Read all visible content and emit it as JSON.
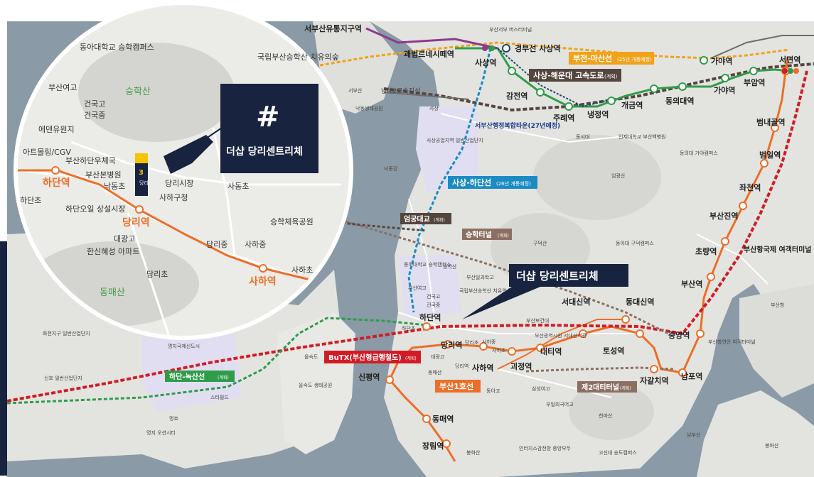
{
  "colors": {
    "water": "#8a9aa6",
    "land": "#e6e6e3",
    "land_dark": "#d9dad6",
    "purple": "#e0dcf0",
    "orange": "#ec6e27",
    "red": "#d21c25",
    "green": "#2f9c4a",
    "gray_line": "#6d6d6d",
    "blue": "#1b8bc4",
    "mustard": "#f0a21a",
    "navy": "#17233f",
    "brown": "#8c6f63",
    "purple_line": "#8e3a8c"
  },
  "callout_main": "더샵 당리센트리체",
  "logo_mark": "#",
  "inset_callout": "더샵 당리센트리체",
  "metro_badge": {
    "number": "3",
    "vertical_label": "당리"
  },
  "lines": {
    "busan1": "부산1호선",
    "butx": "BuTX(부산형급행철도)",
    "butx_note": "(계획)",
    "sasang_hadan": "사상-하단선",
    "sasang_hadan_note": "(26년 개통예정)",
    "hadan_noksan": "하단-녹산선",
    "hadan_noksan_note": "(계획)",
    "bujeon_masan": "부전-마산선",
    "bujeon_masan_note": "(25년 개통예정)",
    "sasang_haeundae": "사상-해운대 고속도로",
    "sasang_haeundae_note": "(계획)",
    "seunghak_tunnel": "승학터널",
    "seunghak_tunnel_note": "(계획)",
    "eomgung_bridge": "엄궁대교",
    "eomgung_bridge_note": "(계획)",
    "daeti_tunnel": "제2대티터널",
    "daeti_tunnel_note": "(계획)"
  },
  "map_labels": {
    "stations": [
      {
        "id": "hadan",
        "text": "하단역"
      },
      {
        "id": "dangri",
        "text": "당리역"
      },
      {
        "id": "saha",
        "text": "사하역"
      },
      {
        "id": "goejeong",
        "text": "괴정역"
      },
      {
        "id": "daeti",
        "text": "대티역"
      },
      {
        "id": "seodaesin",
        "text": "서대신역"
      },
      {
        "id": "dongdaesin",
        "text": "동대신역"
      },
      {
        "id": "toseong",
        "text": "토성역"
      },
      {
        "id": "jagalchi",
        "text": "자갈치역"
      },
      {
        "id": "nampo",
        "text": "남포역"
      },
      {
        "id": "jungang",
        "text": "중앙역"
      },
      {
        "id": "busan",
        "text": "부산역"
      },
      {
        "id": "choryang",
        "text": "초량역"
      },
      {
        "id": "busanjin",
        "text": "부산진역"
      },
      {
        "id": "jwacheon",
        "text": "좌천역"
      },
      {
        "id": "beomil",
        "text": "범일역"
      },
      {
        "id": "beomnaegol",
        "text": "범내골역"
      },
      {
        "id": "bujeon",
        "text": "부암역"
      },
      {
        "id": "seomyeon",
        "text": "서면역"
      },
      {
        "id": "gaya1",
        "text": "가야역"
      },
      {
        "id": "gaya2",
        "text": "가야역"
      },
      {
        "id": "dongui",
        "text": "동의대역"
      },
      {
        "id": "gaegeum",
        "text": "개금역"
      },
      {
        "id": "naengjeong",
        "text": "냉정역"
      },
      {
        "id": "jurye",
        "text": "주례역"
      },
      {
        "id": "gamjeon",
        "text": "감전역"
      },
      {
        "id": "sasang",
        "text": "사상역"
      },
      {
        "id": "sinpyeong",
        "text": "신평역"
      },
      {
        "id": "dongmae",
        "text": "동매역"
      },
      {
        "id": "jangnim",
        "text": "장림역"
      },
      {
        "id": "gwaebeop",
        "text": "괘법르네시떼역"
      },
      {
        "id": "seobusan",
        "text": "서부산유통지구역"
      }
    ],
    "places": [
      {
        "id": "hadan_sm",
        "text": "하단역"
      },
      {
        "id": "dangri_sm",
        "text": "당리역"
      },
      {
        "id": "saha_sm",
        "text": "사하역"
      },
      {
        "id": "dangri_p",
        "text": "당리역"
      },
      {
        "id": "sasang_west",
        "text": "서부산"
      },
      {
        "id": "sasang_terminal",
        "text": "부산서부 버스터미널"
      },
      {
        "id": "gyeongbu",
        "text": "경부선 사상역"
      },
      {
        "id": "namhae",
        "text": "남해2고속지선"
      },
      {
        "id": "sasang_ic",
        "text": "사상"
      },
      {
        "id": "admin_town",
        "text": "서부산행정복합타운(27년예정)"
      },
      {
        "id": "hadancho",
        "text": "하단초"
      },
      {
        "id": "dangri_l",
        "text": "당리역"
      },
      {
        "id": "dongmae2",
        "text": "동매산"
      },
      {
        "id": "myeongji",
        "text": "명지국제신도시"
      },
      {
        "id": "myeongho",
        "text": "명호"
      },
      {
        "id": "ocean",
        "text": "명지 오션시티"
      },
      {
        "id": "hwajeon",
        "text": "화전지구 일반산업단지"
      },
      {
        "id": "sinho",
        "text": "신호 일반산업단지"
      },
      {
        "id": "busan_port",
        "text": "부산항국제 여객터미널"
      },
      {
        "id": "busanhang",
        "text": "부산항"
      }
    ],
    "area_labels": [
      {
        "id": "seunghaksan",
        "text": "승학산"
      },
      {
        "id": "dongmaesan",
        "text": "동매산"
      },
      {
        "id": "dongmaesan_small",
        "text": "동매산"
      },
      {
        "id": "nakdonggang",
        "text": "낙동강"
      },
      {
        "id": "eomgwangsan",
        "text": "엄광산"
      },
      {
        "id": "gudeoksan",
        "text": "구덕산"
      },
      {
        "id": "cheonmasan",
        "text": "천마산"
      },
      {
        "id": "bonghwasan",
        "text": "봉화산"
      }
    ],
    "small": [
      {
        "id": "s1",
        "text": "동아대학교 승학캠퍼스"
      },
      {
        "id": "s2",
        "text": "부산여고"
      },
      {
        "id": "s3",
        "text": "건국고"
      },
      {
        "id": "s4",
        "text": "건국중"
      },
      {
        "id": "s5",
        "text": "에덴유원지"
      },
      {
        "id": "s6",
        "text": "아트몰링/CGV"
      },
      {
        "id": "s7",
        "text": "부산하단우체국"
      },
      {
        "id": "s8",
        "text": "부산본병원"
      },
      {
        "id": "s9",
        "text": "낙동초"
      },
      {
        "id": "s10",
        "text": "하단초"
      },
      {
        "id": "s11",
        "text": "하단오일 상설시장"
      },
      {
        "id": "s12",
        "text": "대광고"
      },
      {
        "id": "s13",
        "text": "한신혜성 아파트"
      },
      {
        "id": "s14",
        "text": "당리초"
      },
      {
        "id": "s15",
        "text": "당리시장"
      },
      {
        "id": "s16",
        "text": "사하구청"
      },
      {
        "id": "s17",
        "text": "사동초"
      },
      {
        "id": "s18",
        "text": "승학체육공원"
      },
      {
        "id": "s19",
        "text": "당리중"
      },
      {
        "id": "s20",
        "text": "사하중"
      },
      {
        "id": "s21",
        "text": "사하초"
      },
      {
        "id": "s22",
        "text": "국립부산승학산 치유의숲"
      },
      {
        "id": "s23",
        "text": "동의대 가야캠퍼스"
      },
      {
        "id": "s24",
        "text": "동서대"
      },
      {
        "id": "s25",
        "text": "인제대학교 부산백병원"
      },
      {
        "id": "s26",
        "text": "동아대 구덕캠퍼스"
      },
      {
        "id": "s27",
        "text": "부산보건대"
      },
      {
        "id": "s28",
        "text": "부산광역시원 서대신서관"
      },
      {
        "id": "s29",
        "text": "부산항연안 여객터미널"
      },
      {
        "id": "s30",
        "text": "삼성여고"
      },
      {
        "id": "s31",
        "text": "부일외국어고"
      },
      {
        "id": "s32",
        "text": "고신대 송도캠퍼스"
      },
      {
        "id": "s33",
        "text": "남부산"
      },
      {
        "id": "s34",
        "text": "동아대학교 승학캠퍼스"
      },
      {
        "id": "s35",
        "text": "부산일과학고"
      },
      {
        "id": "s36",
        "text": "국립부산승학산 치유의숲"
      },
      {
        "id": "s37",
        "text": "승학산"
      },
      {
        "id": "s38",
        "text": "부산여고"
      },
      {
        "id": "s39",
        "text": "건국고"
      },
      {
        "id": "s40",
        "text": "건국중"
      },
      {
        "id": "s41",
        "text": "당리초"
      },
      {
        "id": "s42",
        "text": "대광고"
      },
      {
        "id": "s43",
        "text": "동매산"
      },
      {
        "id": "s44",
        "text": "사하중"
      },
      {
        "id": "s45",
        "text": "사하초"
      },
      {
        "id": "s46",
        "text": "을숙도"
      },
      {
        "id": "s47",
        "text": "을숙도 생태공원"
      },
      {
        "id": "s48",
        "text": "스타필드"
      },
      {
        "id": "s49",
        "text": "낙동생태공원"
      },
      {
        "id": "s50",
        "text": "사상공업지역 일반산업단지"
      },
      {
        "id": "s51",
        "text": "동아고"
      },
      {
        "id": "s52",
        "text": "인터지스감천항 중앙부두"
      },
      {
        "id": "s53",
        "text": "봉화산"
      }
    ]
  }
}
